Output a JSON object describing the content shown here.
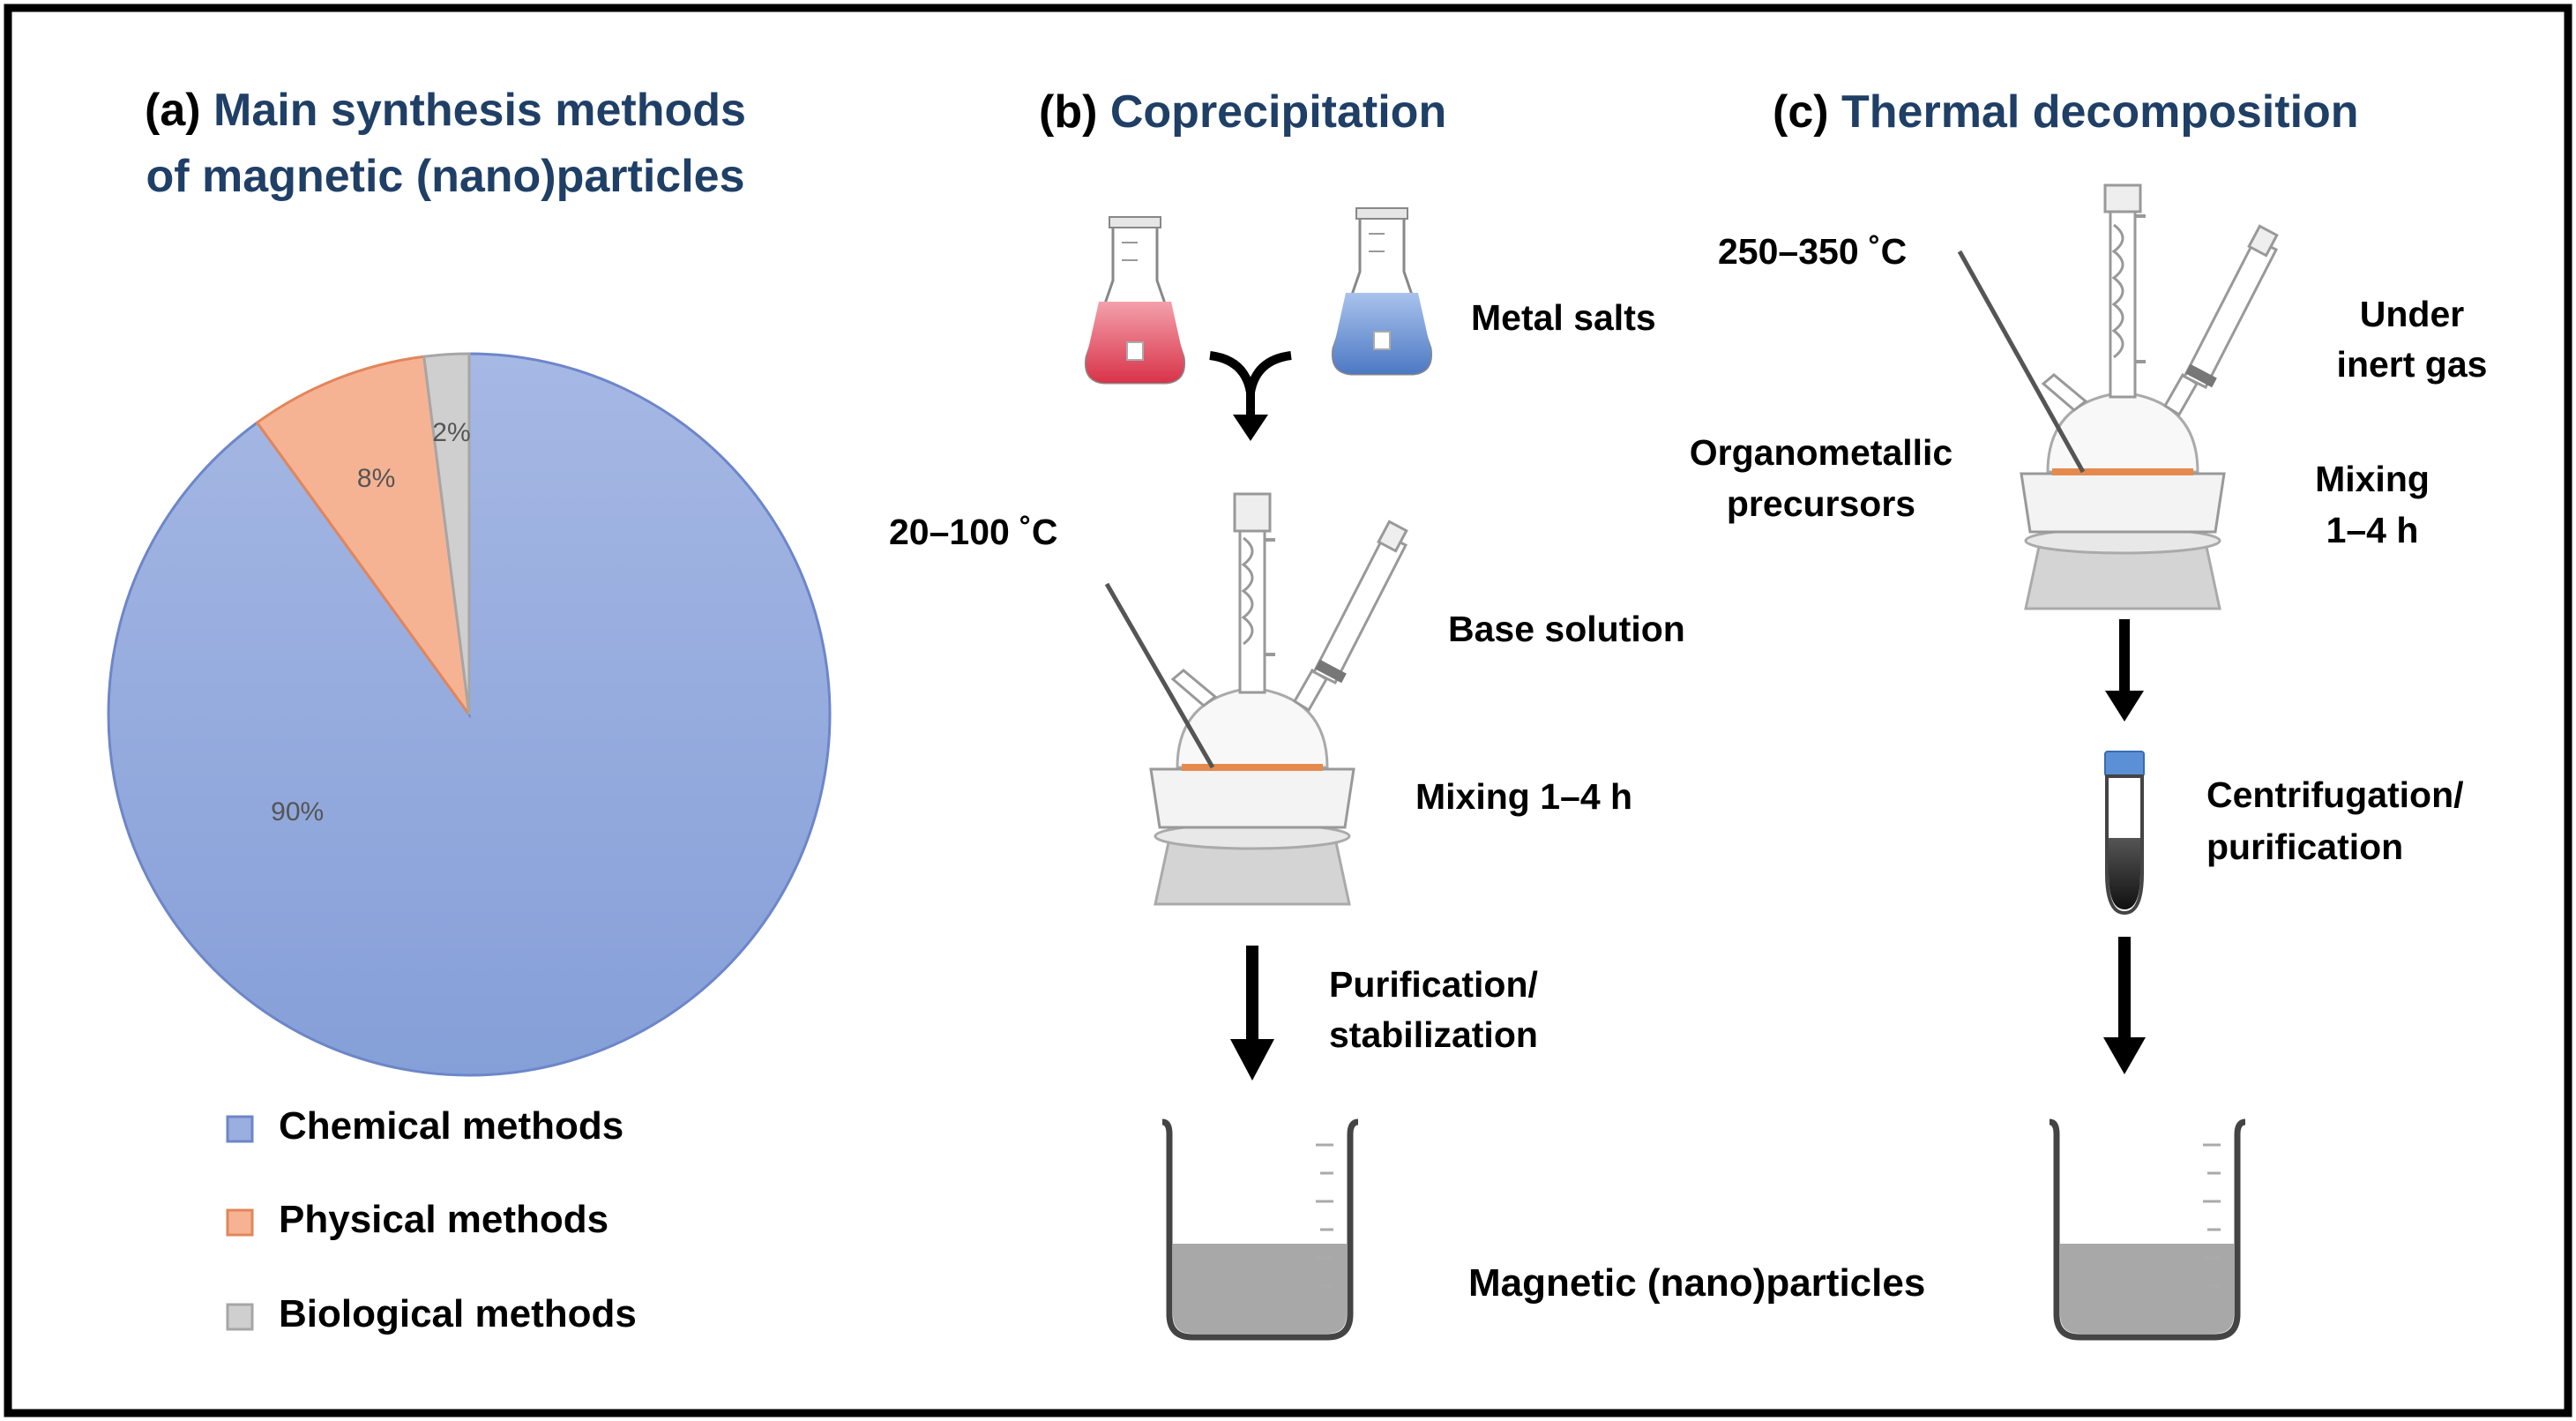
{
  "panel_a": {
    "letter": "(a)",
    "title_line1": "Main synthesis methods",
    "title_line2_prefix": "of",
    "title_line2": "magnetic (nano)particles"
  },
  "panel_b": {
    "letter": "(b)",
    "title": "Coprecipitation",
    "metal_salts": "Metal salts",
    "temperature": "20–100 ˚C",
    "base_solution": "Base solution",
    "mixing": "Mixing 1–4 h",
    "purification_line1": "Purification/",
    "purification_line2": "stabilization"
  },
  "panel_c": {
    "letter": "(c)",
    "title": "Thermal decomposition",
    "temperature": "250–350 ˚C",
    "inert_line1": "Under",
    "inert_line2": "inert gas",
    "precursors_line1": "Organometallic",
    "precursors_line2": "precursors",
    "mixing_line1": "Mixing",
    "mixing_line2": "1–4 h",
    "centrifugation_line1": "Centrifugation/",
    "centrifugation_line2": "purification"
  },
  "product_label": "Magnetic (nano)particles",
  "chart_data": {
    "type": "pie",
    "categories": [
      "Chemical methods",
      "Physical methods",
      "Biological methods"
    ],
    "values": [
      90,
      8,
      2
    ],
    "value_labels": [
      "90%",
      "8%",
      "2%"
    ],
    "colors": [
      "#9aaee0",
      "#f6b394",
      "#cfcfcf"
    ],
    "legend_position": "bottom"
  },
  "colors": {
    "title_blue": "#1f3f66",
    "flask_red": "#e0455b",
    "flask_blue": "#5a86cc",
    "liquid_gray": "#a8a8a8",
    "orange_band": "#e58a4e"
  }
}
